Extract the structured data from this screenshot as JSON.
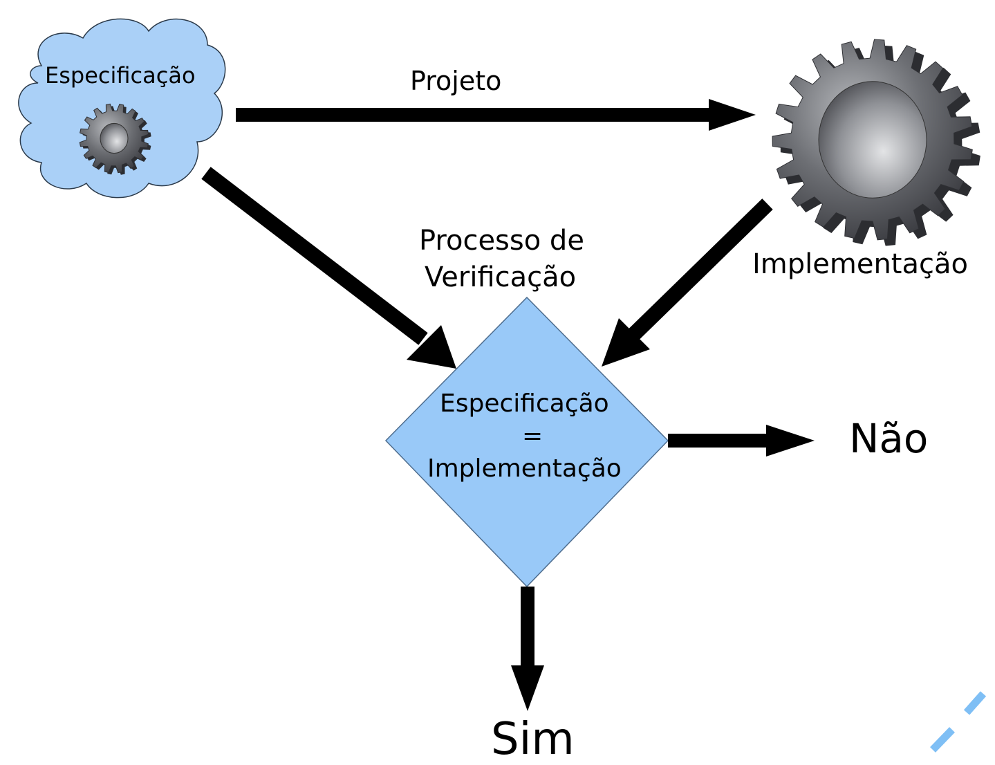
{
  "diagram": {
    "spec_node": {
      "label": "Especificação"
    },
    "impl_node": {
      "label": "Implementação"
    },
    "edge_design": {
      "label": "Projeto"
    },
    "verification": {
      "title_line1": "Processo de",
      "title_line2": "Verificação",
      "condition_line1": "Especificação",
      "condition_line2": "=",
      "condition_line3": "Implementação"
    },
    "outcome_no": {
      "label": "Não"
    },
    "outcome_yes": {
      "label": "Sim"
    },
    "colors": {
      "cloud_fill": "#aad0f7",
      "diamond_fill": "#99c9f8",
      "arrow": "#000000",
      "gear_dark": "#3a3b40",
      "gear_mid": "#6d6f74",
      "gear_light": "#b5b7bb",
      "accent_stroke": "#7fbff5"
    },
    "icons": [
      "cloud-shape",
      "gear-icon",
      "decision-diamond",
      "arrow"
    ]
  }
}
